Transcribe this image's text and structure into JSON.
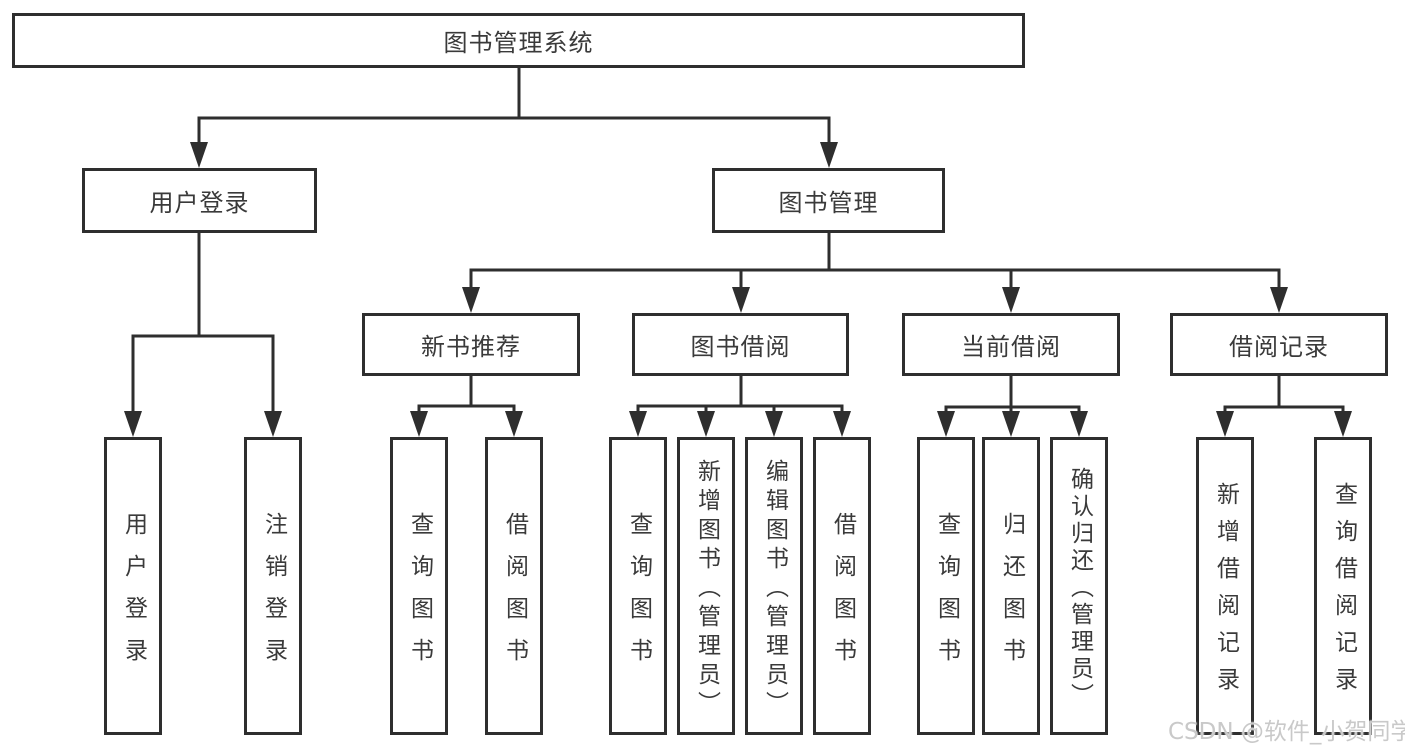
{
  "diagram_title": "图书管理系统",
  "colors": {
    "line": "#2e2e2e",
    "border": "#2e2e2e",
    "text": "#3a3a3a",
    "background": "#ffffff",
    "watermark": "#c9c9c9"
  },
  "tree": {
    "root": {
      "label": "图书管理系统"
    },
    "branches": [
      {
        "label": "用户登录",
        "children": [
          {
            "label": "用户登录"
          },
          {
            "label": "注销登录"
          }
        ]
      },
      {
        "label": "图书管理",
        "children": [
          {
            "label": "新书推荐",
            "children": [
              {
                "label": "查询图书"
              },
              {
                "label": "借阅图书"
              }
            ]
          },
          {
            "label": "图书借阅",
            "children": [
              {
                "label": "查询图书"
              },
              {
                "label": "新增图书（管理员）"
              },
              {
                "label": "编辑图书（管理员）"
              },
              {
                "label": "借阅图书"
              }
            ]
          },
          {
            "label": "当前借阅",
            "children": [
              {
                "label": "查询图书"
              },
              {
                "label": "归还图书"
              },
              {
                "label": "确认归还（管理员）"
              }
            ]
          },
          {
            "label": "借阅记录",
            "children": [
              {
                "label": "新增借阅记录"
              },
              {
                "label": "查询借阅记录"
              }
            ]
          }
        ]
      }
    ]
  },
  "watermark": "CSDN @软件_小贺同学"
}
